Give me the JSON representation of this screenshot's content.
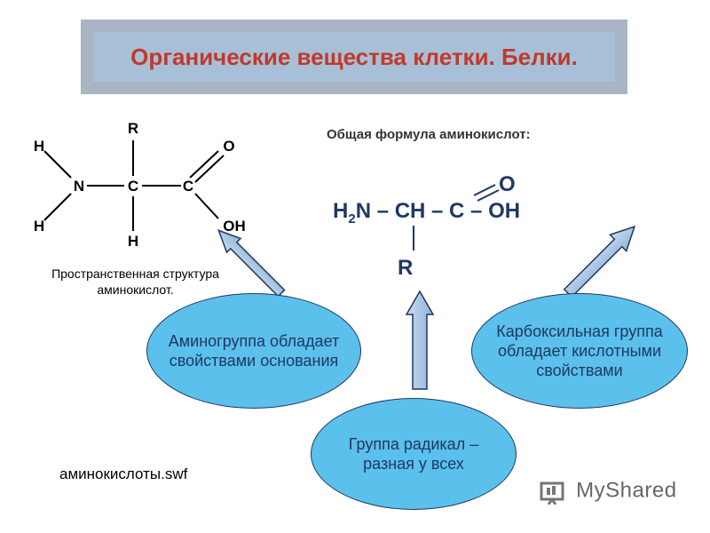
{
  "title": "Органические вещества клетки. Белки.",
  "structure": {
    "caption": "Пространственная структура аминокислот.",
    "atoms": {
      "h_top_left": "H",
      "h_bottom_left": "H",
      "n": "N",
      "c_alpha": "C",
      "c_carboxyl": "C",
      "r": "R",
      "h_bottom": "H",
      "o": "O",
      "oh": "OH"
    }
  },
  "formula": {
    "heading": "Общая формула аминокислот:",
    "h": "H",
    "sub": "2",
    "main_rest": "N – CH – C – OH",
    "o": "O",
    "r": "R"
  },
  "bubbles": {
    "amino": "Аминогруппа обладает свойствами основания",
    "carboxyl": "Карбоксильная группа обладает кислотными свойствами",
    "radical": "Группа радикал – разная у всех"
  },
  "file_link": "аминокислоты.swf",
  "watermark": "MyShared",
  "colors": {
    "title_text": "#c0392b",
    "banner_face": "#a8c0d7",
    "bubble_fill": "#5bc0eb",
    "formula_text": "#1f3864"
  }
}
